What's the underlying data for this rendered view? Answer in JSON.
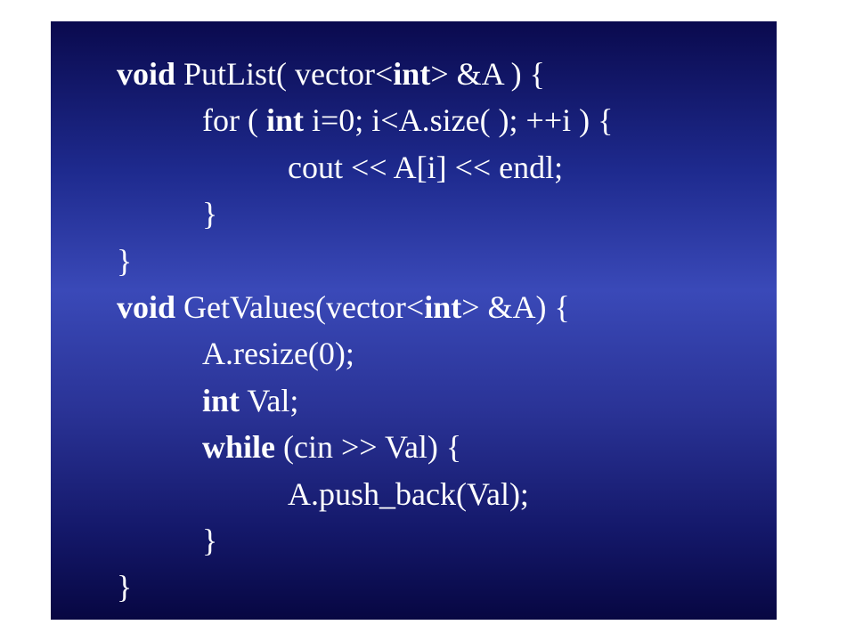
{
  "lines": [
    {
      "indent": 0,
      "segments": [
        {
          "t": "void",
          "b": true
        },
        {
          "t": " PutList( vector<"
        },
        {
          "t": "int",
          "b": true
        },
        {
          "t": "> &A ) {"
        }
      ]
    },
    {
      "indent": 1,
      "segments": [
        {
          "t": "for ( "
        },
        {
          "t": "int",
          "b": true
        },
        {
          "t": " i=0; i<A.size( ); ++i ) {"
        }
      ]
    },
    {
      "indent": 2,
      "segments": [
        {
          "t": "cout << A[i] << endl;"
        }
      ]
    },
    {
      "indent": 1,
      "segments": [
        {
          "t": "}"
        }
      ]
    },
    {
      "indent": 0,
      "segments": [
        {
          "t": "}"
        }
      ]
    },
    {
      "indent": 0,
      "segments": [
        {
          "t": "void",
          "b": true
        },
        {
          "t": " GetValues(vector<"
        },
        {
          "t": "int",
          "b": true
        },
        {
          "t": "> &A) {"
        }
      ]
    },
    {
      "indent": 1,
      "segments": [
        {
          "t": "A.resize(0);"
        }
      ]
    },
    {
      "indent": 1,
      "segments": [
        {
          "t": "int",
          "b": true
        },
        {
          "t": " Val;"
        }
      ]
    },
    {
      "indent": 1,
      "segments": [
        {
          "t": "while",
          "b": true
        },
        {
          "t": " (cin >> Val) {"
        }
      ]
    },
    {
      "indent": 2,
      "segments": [
        {
          "t": "A.push_back(Val);"
        }
      ]
    },
    {
      "indent": 1,
      "segments": [
        {
          "t": "}"
        }
      ]
    },
    {
      "indent": 0,
      "segments": [
        {
          "t": "}"
        }
      ]
    }
  ]
}
